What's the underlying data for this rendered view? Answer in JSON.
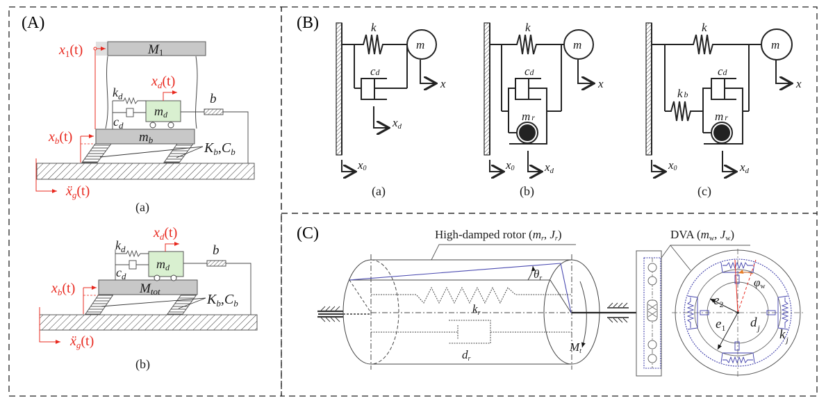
{
  "panels": {
    "A": {
      "label": "(A)",
      "sub_a": {
        "caption": "(a)",
        "top_mass": "M",
        "top_mass_sub": "1",
        "base_mass": "m",
        "base_mass_sub": "b",
        "damper_mass": "m",
        "damper_mass_sub": "d",
        "kd": "k",
        "kd_sub": "d",
        "cd": "c",
        "cd_sub": "d",
        "inerter": "b",
        "isolator": "K",
        "isolator_sub": "b",
        "isolator_c": "C",
        "isolator_c_sub": "b",
        "x1": "x",
        "x1_sub": "1",
        "x1_t": "(t)",
        "xd": "x",
        "xd_sub": "d",
        "xd_t": "(t)",
        "xb": "x",
        "xb_sub": "b",
        "xb_t": "(t)",
        "xg": "ẍ",
        "xg_sub": "g",
        "xg_t": "(t)"
      },
      "sub_b": {
        "caption": "(b)",
        "base_mass": "M",
        "base_mass_sub": "tot",
        "damper_mass": "m",
        "damper_mass_sub": "d",
        "kd": "k",
        "kd_sub": "d",
        "cd": "c",
        "cd_sub": "d",
        "inerter": "b",
        "isolator": "K",
        "isolator_sub": "b",
        "isolator_c": "C",
        "isolator_c_sub": "b",
        "xd": "x",
        "xd_sub": "d",
        "xd_t": "(t)",
        "xb": "x",
        "xb_sub": "b",
        "xb_t": "(t)",
        "xg": "ẍ",
        "xg_sub": "g",
        "xg_t": "(t)"
      }
    },
    "B": {
      "label": "(B)",
      "subs": [
        {
          "caption": "(a)",
          "k": "k",
          "cd": "c",
          "cd_sub": "d",
          "m": "m",
          "x": "x",
          "x0": "x",
          "x0_sub": "0",
          "xd": "x",
          "xd_sub": "d"
        },
        {
          "caption": "(b)",
          "k": "k",
          "cd": "c",
          "cd_sub": "d",
          "m": "m",
          "mr": "m",
          "mr_sub": "r",
          "x": "x",
          "x0": "x",
          "x0_sub": "0",
          "xd": "x",
          "xd_sub": "d"
        },
        {
          "caption": "(c)",
          "k": "k",
          "kb": "k",
          "kb_sub": "b",
          "cd": "c",
          "cd_sub": "d",
          "m": "m",
          "mr": "m",
          "mr_sub": "r",
          "x": "x",
          "x0": "x",
          "x0_sub": "0",
          "xd": "x",
          "xd_sub": "d"
        }
      ]
    },
    "C": {
      "label": "(C)",
      "rotor_title": "High-damped rotor (",
      "rotor_m": "m",
      "rotor_m_sub": "r",
      "rotor_sep": ", ",
      "rotor_J": "J",
      "rotor_J_sub": "r",
      "rotor_close": ")",
      "theta": "θ",
      "theta_sub": "r",
      "kr": "k",
      "kr_sub": "r",
      "dr": "d",
      "dr_sub": "r",
      "Mt": "M",
      "Mt_sub": "t",
      "dva_title": "DVA (",
      "dva_m": "m",
      "dva_m_sub": "w",
      "dva_sep": ", ",
      "dva_J": "J",
      "dva_J_sub": "w",
      "dva_close": ")",
      "phi": "φ",
      "phi_sub": "w",
      "e1": "e",
      "e1_sub": "1",
      "e2": "e",
      "e2_sub": "2",
      "dj": "d",
      "dj_sub": "j",
      "kj": "k",
      "kj_sub": "j"
    }
  },
  "colors": {
    "annotation_red": "#e8281e",
    "mass_gray": "#c8c8c8",
    "damper_mass_green": "#d9f0d0",
    "dva_blue": "#3a3aa8",
    "phi_orange": "#e87a20"
  }
}
